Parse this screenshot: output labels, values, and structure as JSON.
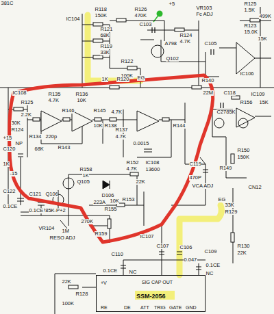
{
  "diagram": {
    "nodes": [
      {
        "text": [
          "SSM-2056",
          "+V",
          "SIG CAP OUT",
          "RE",
          "DE",
          "ATT",
          "TRIG",
          "GATE",
          "GND"
        ]
      }
    ],
    "labels": [
      "381C",
      "IC104",
      "R118",
      "150K",
      "R126",
      "470K",
      "R121",
      "68K",
      "C103",
      "R119",
      "33K",
      "A798",
      "Q102",
      "R122",
      "100K",
      "R124",
      "4.7K",
      "VR103",
      "Fc ADJ",
      "C105",
      "R125",
      "1.5K",
      "499K",
      "R123",
      "15.0K",
      "15K",
      "IC106",
      "R120",
      "1K",
      "EG",
      "R140",
      "22M",
      "IC108",
      "R135",
      "4.7K",
      "R136",
      "10K",
      "R125",
      "2.2K",
      "30K",
      "R124",
      "R134",
      "NP",
      "C120",
      "1K",
      "68K",
      "R143",
      "220p",
      "R145",
      "10K",
      "R138",
      "4.7K",
      "R146",
      "R137",
      "4.7K",
      "0.0015",
      "R144",
      "IC108",
      "13600",
      "Q105",
      "Q106",
      "C2785K-P+2",
      "R158",
      "1K",
      "D106",
      "R152",
      "4.7K",
      "22K",
      "10K",
      "R153",
      "223A",
      "R155",
      "270K",
      "R159",
      "VR104",
      "1M",
      "RESO ADJ",
      "C122",
      "0.1CE",
      "C121",
      "0.1CE",
      "C118",
      "IC109",
      "R156",
      "15K",
      "C2785K",
      "R150",
      "150K",
      "R149",
      "C119",
      "470P",
      "VCA ADJ",
      "CN12",
      "EG",
      "33K",
      "R129",
      "R130",
      "22K",
      "C107",
      "C106",
      "0.047",
      "C110",
      "0.1CE",
      "C109",
      "0.1CE",
      "NC",
      "NC",
      "IC107",
      "22K",
      "R128",
      "100K",
      "+5",
      "-15",
      "+15"
    ]
  }
}
